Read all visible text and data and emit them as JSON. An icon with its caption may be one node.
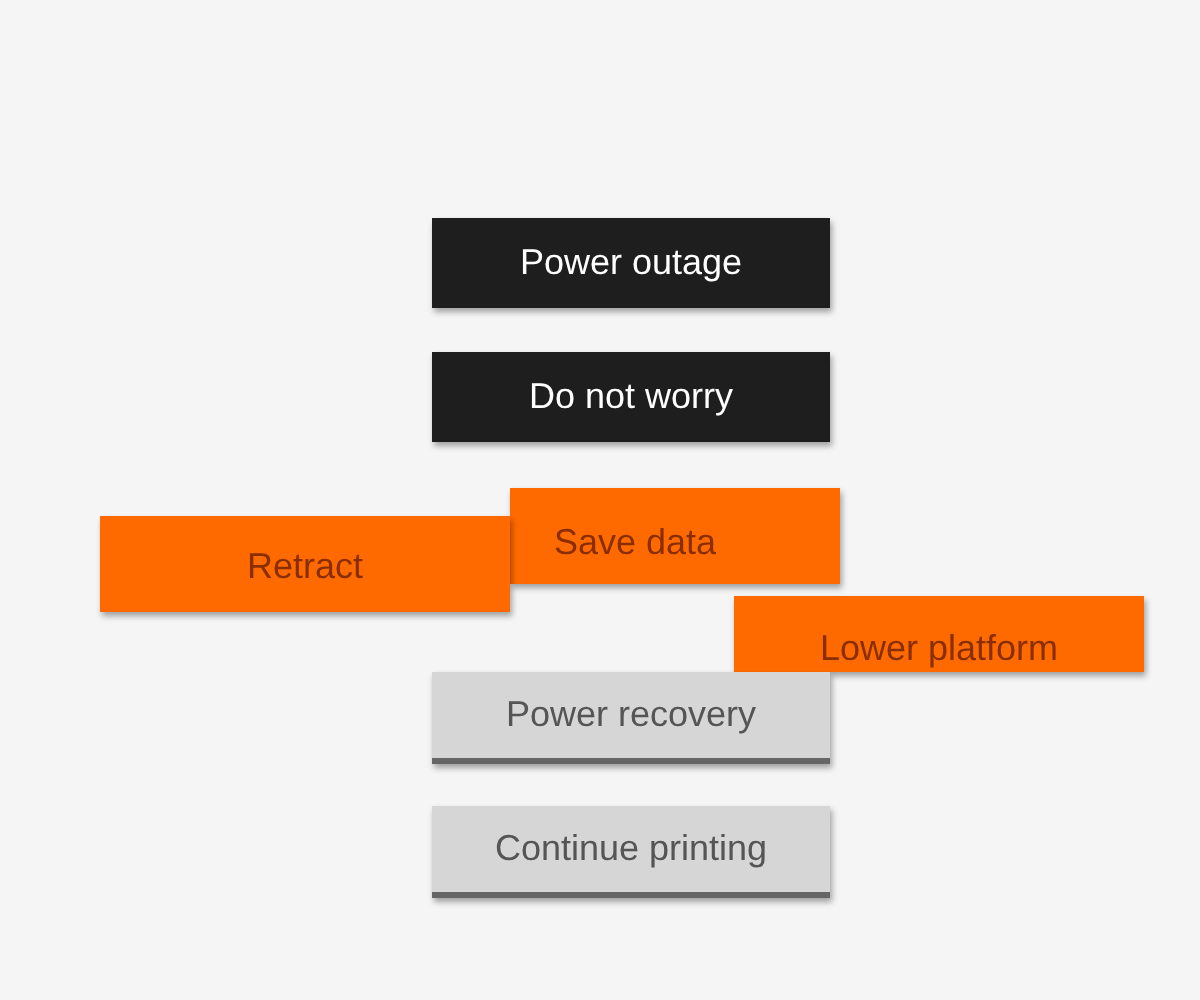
{
  "diagram": {
    "nodes": [
      {
        "text": [
          "Power outage"
        ]
      },
      {
        "text": [
          "Do not worry"
        ]
      },
      {
        "text": [
          "Save data"
        ]
      },
      {
        "text": [
          "Retract"
        ]
      },
      {
        "text": [
          "Lower platform"
        ]
      },
      {
        "text": [
          "Power recovery"
        ]
      },
      {
        "text": [
          "Continue printing"
        ]
      }
    ]
  }
}
